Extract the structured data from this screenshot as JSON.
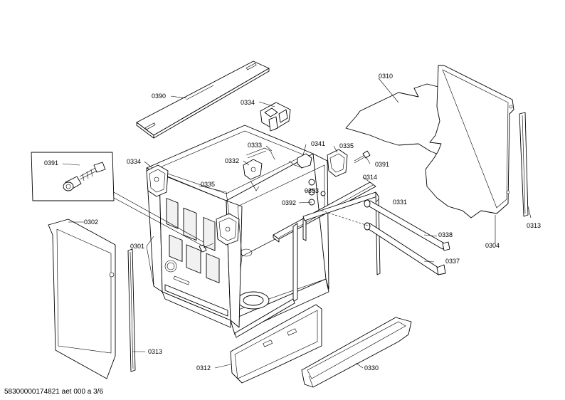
{
  "labels": {
    "p0390": "0390",
    "p0334a": "0334",
    "p0334b": "0334",
    "p0333": "0333",
    "p0341": "0341",
    "p0335a": "0335",
    "p0335b": "0335",
    "p0332": "0332",
    "p0310": "0310",
    "p0391a": "0391",
    "p0391b": "0391",
    "p0314": "0314",
    "p0393": "0393",
    "p0392": "0392",
    "p0331": "0331",
    "p0338": "0338",
    "p0337": "0337",
    "p0313a": "0313",
    "p0313b": "0313",
    "p0304": "0304",
    "p0302": "0302",
    "p0301": "0301",
    "p0312": "0312",
    "p0330": "0330"
  },
  "footer": "58300000174821 aet 000 a 3/6"
}
